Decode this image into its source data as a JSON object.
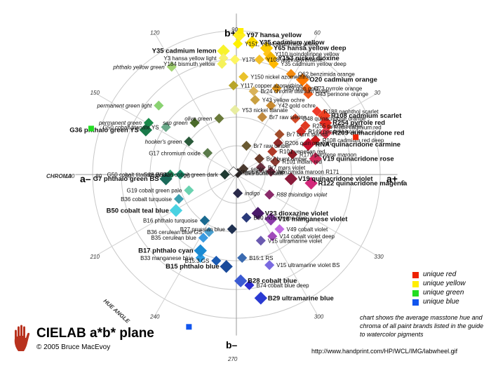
{
  "page": {
    "title": "CIELAB a*b* plane",
    "copyright": "© 2005 Bruce MacEvoy",
    "note": "chart shows the average masstone hue and chroma of all paint brands listed in the guide to watercolor pigments",
    "url": "http://www.handprint.com/HP/WCL/IMG/labwheel.gif",
    "legend": [
      {
        "label": "unique red",
        "color": "#ee2200"
      },
      {
        "label": "unique yellow",
        "color": "#ffee00"
      },
      {
        "label": "unique green",
        "color": "#22dd22"
      },
      {
        "label": "unique blue",
        "color": "#1155ee"
      }
    ]
  },
  "chart_data": {
    "type": "scatter",
    "title": "CIELAB a*b* plane",
    "axes": {
      "chroma_label": "CHROMA",
      "hue_angle_label": "HUE ANGLE",
      "a_plus": "a+",
      "a_minus": "a–",
      "b_plus": "b+",
      "b_minus": "b–",
      "chroma_ticks": [
        "100",
        "80",
        "60",
        "40",
        "20"
      ],
      "angle_ticks": [
        "30",
        "60",
        "90",
        "120",
        "150",
        "210",
        "240",
        "270",
        "300",
        "330"
      ],
      "right_tick": "0"
    },
    "unique_hue_markers": [
      {
        "hue": "unique red",
        "color": "#ee2200",
        "a": 83,
        "b": 26
      },
      {
        "hue": "unique yellow",
        "color": "#ffee00",
        "a": 3,
        "b": 100
      },
      {
        "hue": "unique green",
        "color": "#22dd22",
        "a": -101,
        "b": 32
      },
      {
        "hue": "unique blue",
        "color": "#1155ee",
        "a": -33,
        "b": -106
      }
    ],
    "points": [
      {
        "label": "Y97 hansa yellow",
        "bold": true,
        "a": 2,
        "b": 97,
        "color": "#ffee22"
      },
      {
        "label": "Y151, Y154 benzimida yellow",
        "bold": false,
        "a": 1,
        "b": 91,
        "color": "#fff100"
      },
      {
        "label": "Y35 cadmium yellow",
        "bold": true,
        "a": 11,
        "b": 92,
        "color": "#ffdd00"
      },
      {
        "label": "Y108 anthrapyrimidine",
        "bold": false,
        "a": 16,
        "b": 80,
        "color": "#f4c02a"
      },
      {
        "label": "Y65 hansa yellow deep",
        "bold": true,
        "a": 21,
        "b": 88,
        "color": "#ffcc00"
      },
      {
        "label": "Y110 isoindolinone yellow",
        "bold": false,
        "a": 22,
        "b": 84,
        "color": "#ffc41a"
      },
      {
        "label": "Y153 nickel dioxine",
        "bold": true,
        "a": 24,
        "b": 81,
        "color": "#f1b400"
      },
      {
        "label": "Y35 cadmium yellow deep",
        "bold": false,
        "a": 26,
        "b": 77,
        "color": "#ffb800"
      },
      {
        "label": "Y35 cadmium lemon",
        "bold": true,
        "a": -9,
        "b": 86,
        "color": "#f8f32b"
      },
      {
        "label": "Y3 hansa yellow light",
        "bold": false,
        "a": -9,
        "b": 81,
        "color": "#f6f070"
      },
      {
        "label": "Y184 bismuth yellow",
        "bold": false,
        "a": -10,
        "b": 77,
        "color": "#f5f25a"
      },
      {
        "label": "Y175",
        "bold": false,
        "a": -1,
        "b": 80,
        "color": "#fdf560"
      },
      {
        "label": "Y150 nickel azomethine",
        "bold": false,
        "a": 5,
        "b": 68,
        "color": "#e9c22b"
      },
      {
        "label": "Y117 copper azomethine",
        "bold": false,
        "a": -2,
        "b": 62,
        "color": "#b8a52a"
      },
      {
        "label": "Br24 chrome titanium oxide",
        "bold": false,
        "a": 12,
        "b": 58,
        "color": "#d9b25a"
      },
      {
        "label": "Y43 yellow ochre",
        "bold": false,
        "a": 13,
        "b": 52,
        "color": "#c9a040"
      },
      {
        "label": "O62 benzimida orange",
        "bold": false,
        "a": 38,
        "b": 70,
        "color": "#f28a10"
      },
      {
        "label": "O20 cadmium orange",
        "bold": true,
        "a": 46,
        "b": 66,
        "color": "#ff7a00"
      },
      {
        "label": "O49 quin gold",
        "bold": false,
        "a": 28,
        "b": 60,
        "color": "#d8901a"
      },
      {
        "label": "O73 pyrrole orange",
        "bold": false,
        "a": 49,
        "b": 60,
        "color": "#f56814"
      },
      {
        "label": "O43 perinone orange",
        "bold": false,
        "a": 50,
        "b": 56,
        "color": "#f15a1a"
      },
      {
        "label": "Y42 gold ochre",
        "bold": false,
        "a": 24,
        "b": 48,
        "color": "#c98a30"
      },
      {
        "label": "Y53 nickel titanate",
        "bold": false,
        "a": -1,
        "b": 45,
        "color": "#e8eda0"
      },
      {
        "label": "R188 naphthol scarlet",
        "bold": false,
        "a": 56,
        "b": 44,
        "color": "#ee3a2a"
      },
      {
        "label": "R108 cadmium scarlet",
        "bold": true,
        "a": 61,
        "b": 41,
        "color": "#ee4020"
      },
      {
        "label": "R254 pyrrole red",
        "bold": true,
        "a": 62,
        "b": 36,
        "color": "#e62a20"
      },
      {
        "label": "R108 cadmium red",
        "bold": false,
        "a": 63,
        "b": 33,
        "color": "#e22a1c"
      },
      {
        "label": "R209 quinacridone red",
        "bold": true,
        "a": 62,
        "b": 29,
        "color": "#e23a4a"
      },
      {
        "label": "Br7 raw sienna",
        "bold": false,
        "a": 18,
        "b": 40,
        "color": "#c08a40"
      },
      {
        "label": "O48 quinacridone orange",
        "bold": false,
        "a": 41,
        "b": 39,
        "color": "#d44a28"
      },
      {
        "label": "R255 pyrrole scarlet",
        "bold": false,
        "a": 48,
        "b": 34,
        "color": "#e03a22"
      },
      {
        "label": "R149 perylene scarlet",
        "bold": false,
        "a": 45,
        "b": 30,
        "color": "#d22a22"
      },
      {
        "label": "Br7 burnt sienna",
        "bold": false,
        "a": 30,
        "b": 28,
        "color": "#a24c2a"
      },
      {
        "label": "R108 cadmium red deep",
        "bold": false,
        "a": 55,
        "b": 24,
        "color": "#c81a1a"
      },
      {
        "label": "RNA quinacridone carmine",
        "bold": true,
        "a": 50,
        "b": 21,
        "color": "#c8102e"
      },
      {
        "label": "R206 quin maroon",
        "bold": false,
        "a": 29,
        "b": 22,
        "color": "#902a28"
      },
      {
        "label": "Br7 raw umber",
        "bold": false,
        "a": 7,
        "b": 20,
        "color": "#6a5a32"
      },
      {
        "label": "R101 venetian red",
        "bold": false,
        "a": 25,
        "b": 16,
        "color": "#b03a28"
      },
      {
        "label": "R179 perylene maroon",
        "bold": false,
        "a": 39,
        "b": 14,
        "color": "#8c1a24"
      },
      {
        "label": "Br7 burnt umber",
        "bold": false,
        "a": 16,
        "b": 11,
        "color": "#6a3a28"
      },
      {
        "label": "R101 indian red",
        "bold": false,
        "a": 27,
        "b": 9,
        "color": "#8a3a32"
      },
      {
        "label": "V19 quinacridone rose",
        "bold": true,
        "a": 55,
        "b": 11,
        "color": "#d22a5a"
      },
      {
        "label": "Br7 mars violet",
        "bold": false,
        "a": 17,
        "b": 5,
        "color": "#6a3040"
      },
      {
        "label": "benzimida maroon R171",
        "bold": false,
        "a": 24,
        "b": 2,
        "color": "#7a2a42"
      },
      {
        "label": "V19 quinacridone violet",
        "bold": true,
        "a": 38,
        "b": -3,
        "color": "#8a1a3a"
      },
      {
        "label": "R122 quinacridone magenta",
        "bold": true,
        "a": 52,
        "b": -6,
        "color": "#d2287a"
      },
      {
        "label": "sepia",
        "bold": false,
        "a": 5,
        "b": 4,
        "color": "#4a3a30"
      },
      {
        "label": "Bk9 bone black",
        "bold": false,
        "a": 1,
        "b": 1,
        "color": "#2a2424"
      },
      {
        "label": "titanium white W6",
        "bold": false,
        "a": -2,
        "b": 2,
        "color": "#ffffff"
      },
      {
        "label": "G26 cobalt green dark",
        "bold": false,
        "a": -8,
        "b": 0,
        "color": "#1f3a32"
      },
      {
        "label": "R88 thioindigo violet",
        "bold": false,
        "a": 23,
        "b": -14,
        "color": "#8a2a6a"
      },
      {
        "label": "indigo",
        "bold": false,
        "a": 1,
        "b": -13,
        "color": "#2a2a4a"
      },
      {
        "label": "V16 manganese violet",
        "bold": true,
        "a": 24,
        "b": -31,
        "color": "#8a3aaa"
      },
      {
        "label": "V23 dioxazine violet",
        "bold": true,
        "a": 15,
        "b": -27,
        "color": "#4a1a6a"
      },
      {
        "label": "B60 indanthrone blue",
        "bold": false,
        "a": 7,
        "b": -30,
        "color": "#2a3a7a"
      },
      {
        "label": "V49 cobalt violet",
        "bold": false,
        "a": 30,
        "b": -38,
        "color": "#c26ae2"
      },
      {
        "label": "V14 cobalt violet deep",
        "bold": false,
        "a": 25,
        "b": -43,
        "color": "#a04aba"
      },
      {
        "label": "B27 prussian blue",
        "bold": false,
        "a": -3,
        "b": -38,
        "color": "#1f3050"
      },
      {
        "label": "V15 ultramarine violet",
        "bold": false,
        "a": 17,
        "b": -46,
        "color": "#6a5ab0"
      },
      {
        "label": "V15 ultramarine violet BS",
        "bold": false,
        "a": 23,
        "b": -63,
        "color": "#7a6ae0"
      },
      {
        "label": "B15:1 RS",
        "bold": false,
        "a": 4,
        "b": -58,
        "color": "#3a6ab0"
      },
      {
        "label": "B74 cobalt blue deep",
        "bold": false,
        "a": 9,
        "b": -77,
        "color": "#2a2ad0"
      },
      {
        "label": "B28 cobalt blue",
        "bold": true,
        "a": 3,
        "b": -74,
        "color": "#3a5ad2"
      },
      {
        "label": "B29 ultramarine blue",
        "bold": true,
        "a": 17,
        "b": -86,
        "color": "#2a3ad2"
      },
      {
        "label": "B15 phthalo blue",
        "bold": true,
        "a": -7,
        "b": -64,
        "color": "#1a4a9a"
      },
      {
        "label": "B15:3 GS",
        "bold": false,
        "a": -14,
        "b": -60,
        "color": "#1a5ab2"
      },
      {
        "label": "B33 manganese blue",
        "bold": false,
        "a": -25,
        "b": -58,
        "color": "#2a9ae0"
      },
      {
        "label": "B17 phthalo cyan",
        "bold": true,
        "a": -25,
        "b": -53,
        "color": "#1a8ad2"
      },
      {
        "label": "B35 cerulean blue",
        "bold": false,
        "a": -23,
        "b": -44,
        "color": "#3a9ae0"
      },
      {
        "label": "B36 cerulean blue GS",
        "bold": false,
        "a": -19,
        "b": -40,
        "color": "#4aa0d0"
      },
      {
        "label": "B16 phthalo turquoise",
        "bold": false,
        "a": -22,
        "b": -32,
        "color": "#1a6a90"
      },
      {
        "label": "B50 cobalt teal blue",
        "bold": true,
        "a": -42,
        "b": -25,
        "color": "#4ad2e2"
      },
      {
        "label": "B36 cobalt turquoise",
        "bold": false,
        "a": -40,
        "b": -17,
        "color": "#3aa0b0"
      },
      {
        "label": "G19 cobalt green pale",
        "bold": false,
        "a": -33,
        "b": -11,
        "color": "#6ad2b0"
      },
      {
        "label": "G18 viridian",
        "bold": false,
        "a": -39,
        "b": 0,
        "color": "#1a8a6a"
      },
      {
        "label": "G50 cobalt titanate BS",
        "bold": false,
        "a": -46,
        "b": 0,
        "color": "#2a9a6a"
      },
      {
        "label": "G7 phthalo green BS",
        "bold": true,
        "a": -49,
        "b": -3,
        "color": "#1a6a5a"
      },
      {
        "label": "G17 chromium oxide",
        "bold": false,
        "a": -20,
        "b": 15,
        "color": "#5a7a4a"
      },
      {
        "label": "hooker's green",
        "bold": false,
        "a": -33,
        "b": 23,
        "color": "#2a5a3a"
      },
      {
        "label": "sap green",
        "bold": false,
        "a": -29,
        "b": 36,
        "color": "#4a6a2a"
      },
      {
        "label": "olive green",
        "bold": false,
        "a": -12,
        "b": 39,
        "color": "#6a7a3a"
      },
      {
        "label": "permanent green light",
        "bold": false,
        "a": -54,
        "b": 48,
        "color": "#8ad272"
      },
      {
        "label": "phthalo yellow green",
        "bold": false,
        "a": -45,
        "b": 75,
        "color": "#a2d272"
      },
      {
        "label": "G50 cobalt titanate YS",
        "bold": false,
        "a": -49,
        "b": 33,
        "color": "#6aaa8a"
      },
      {
        "label": "permanent green",
        "bold": false,
        "a": -61,
        "b": 36,
        "color": "#1a8a4a"
      },
      {
        "label": "G36 phthalo green YS",
        "bold": true,
        "a": -63,
        "b": 31,
        "color": "#1a7a4a"
      }
    ]
  }
}
